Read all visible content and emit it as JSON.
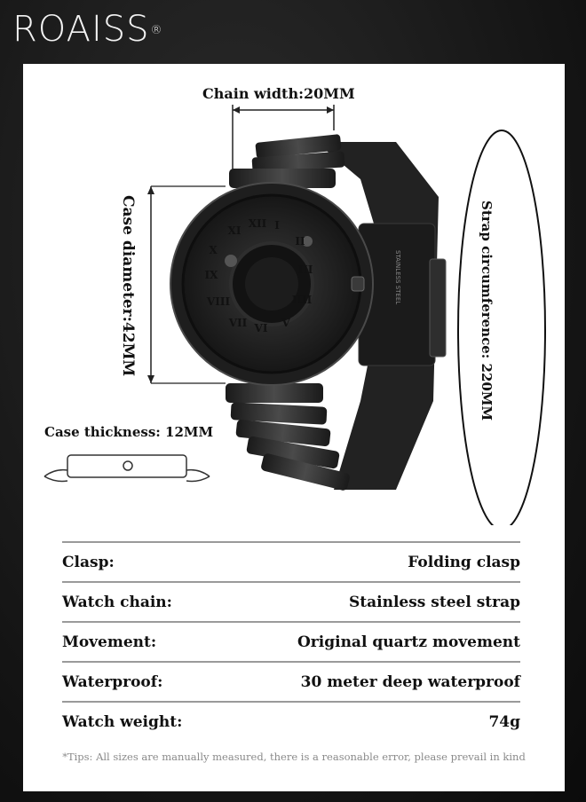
{
  "brand": {
    "name": "ROAISS",
    "mark": "®"
  },
  "dimensions": {
    "chain_width": "Chain width:20MM",
    "case_diameter": "Case diameter:42MM",
    "strap_circumference": "Strap circumference: 220MM",
    "case_thickness": "Case thickness: 12MM"
  },
  "watch": {
    "dial_numerals": [
      "XII",
      "I",
      "II",
      "III",
      "IIII",
      "V",
      "VI",
      "VII",
      "VIII",
      "IX",
      "X",
      "XI"
    ],
    "strap_engraving": "STAINLESS STEEL"
  },
  "specs": [
    {
      "key": "Clasp:",
      "value": "Folding clasp"
    },
    {
      "key": "Watch chain:",
      "value": "Stainless steel strap"
    },
    {
      "key": "Movement:",
      "value": "Original quartz movement"
    },
    {
      "key": "Waterproof:",
      "value": "30 meter deep waterproof"
    },
    {
      "key": "Watch weight:",
      "value": "74g"
    }
  ],
  "tip": "*Tips: All sizes are manually measured, there is a reasonable error, please prevail in kind",
  "colors": {
    "panel": "#ffffff",
    "frame": "#141414",
    "watch": "#2a2a2a",
    "rule": "#9a9a9a"
  }
}
